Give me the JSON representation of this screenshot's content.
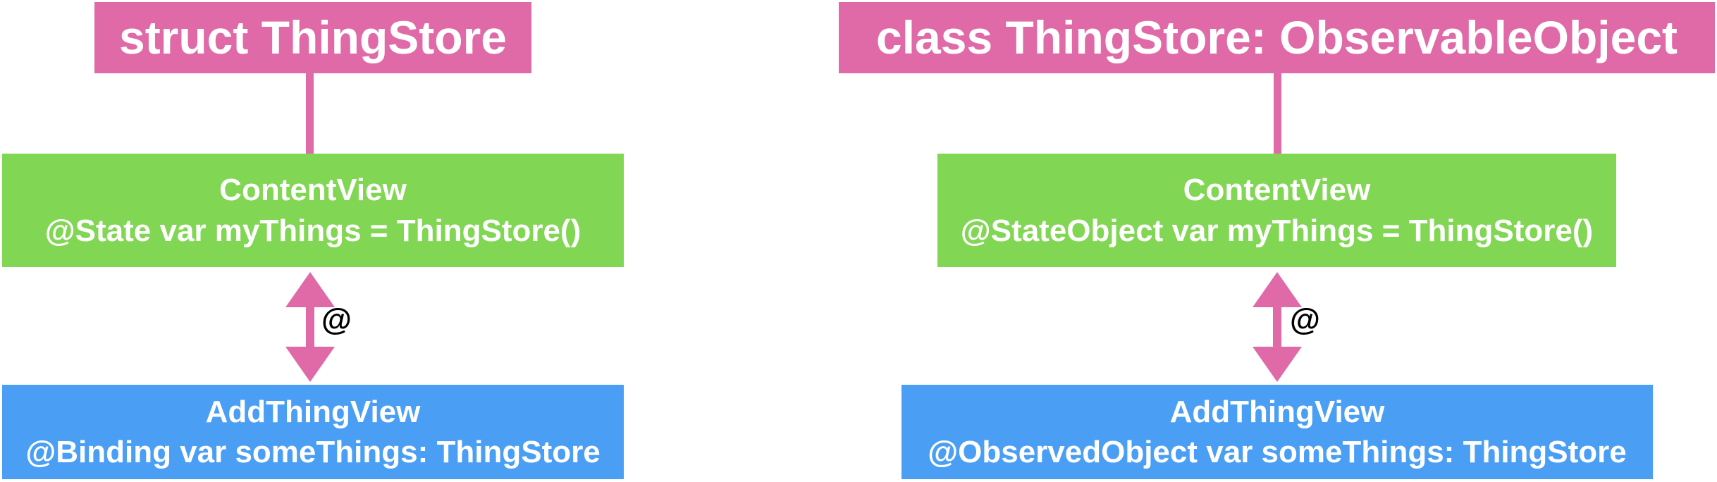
{
  "colors": {
    "pink": "#e06aa8",
    "green": "#81d653",
    "blue": "#4a9ff4",
    "text": "#ffffff",
    "label": "#000000"
  },
  "left": {
    "header": "struct ThingStore",
    "parent": {
      "name": "ContentView",
      "decl": "@State var myThings = ThingStore()"
    },
    "child": {
      "name": "AddThingView",
      "decl": "@Binding var someThings: ThingStore"
    },
    "arrow_label": "@"
  },
  "right": {
    "header": "class ThingStore: ObservableObject",
    "parent": {
      "name": "ContentView",
      "decl": "@StateObject var myThings = ThingStore()"
    },
    "child": {
      "name": "AddThingView",
      "decl": "@ObservedObject var someThings: ThingStore"
    },
    "arrow_label": "@"
  }
}
